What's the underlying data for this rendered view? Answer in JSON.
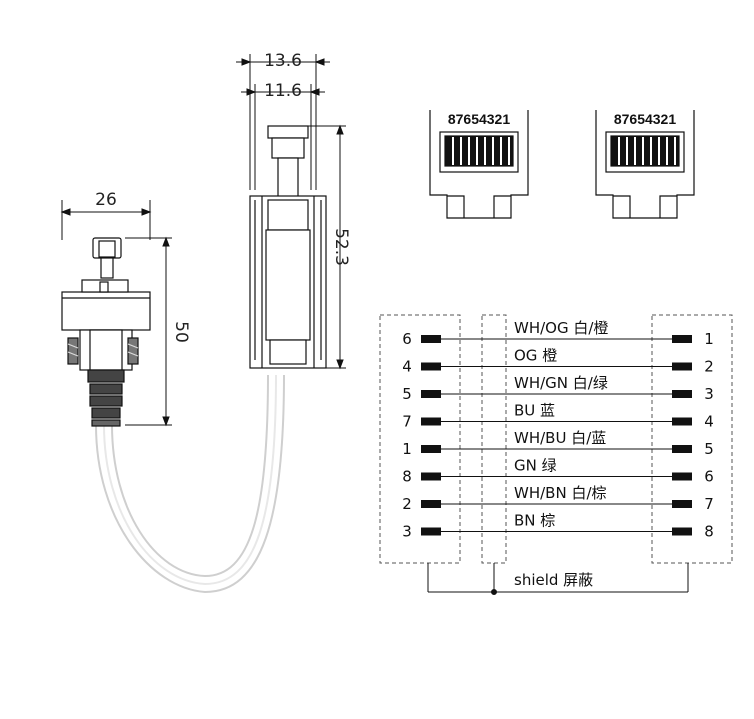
{
  "dimensions": {
    "plug_outer_width": "13.6",
    "plug_inner_width": "11.6",
    "plug_length": "52.3",
    "body_width": "26",
    "body_height": "50"
  },
  "jacks": [
    {
      "pin_order": "87654321"
    },
    {
      "pin_order": "87654321"
    }
  ],
  "wiring": [
    {
      "left_pin": "6",
      "label": "WH/OG 白/橙",
      "right_pin": "1"
    },
    {
      "left_pin": "4",
      "label": "OG 橙",
      "right_pin": "2"
    },
    {
      "left_pin": "5",
      "label": "WH/GN 白/绿",
      "right_pin": "3"
    },
    {
      "left_pin": "7",
      "label": "BU 蓝",
      "right_pin": "4"
    },
    {
      "left_pin": "1",
      "label": "WH/BU 白/蓝",
      "right_pin": "5"
    },
    {
      "left_pin": "8",
      "label": "GN 绿",
      "right_pin": "6"
    },
    {
      "left_pin": "2",
      "label": "WH/BN 白/棕",
      "right_pin": "7"
    },
    {
      "left_pin": "3",
      "label": "BN 棕",
      "right_pin": "8"
    }
  ],
  "shield_label": "shield 屏蔽",
  "colors": {
    "line": "#111111",
    "cable": "#d6d6d6",
    "dash": "#555555"
  }
}
